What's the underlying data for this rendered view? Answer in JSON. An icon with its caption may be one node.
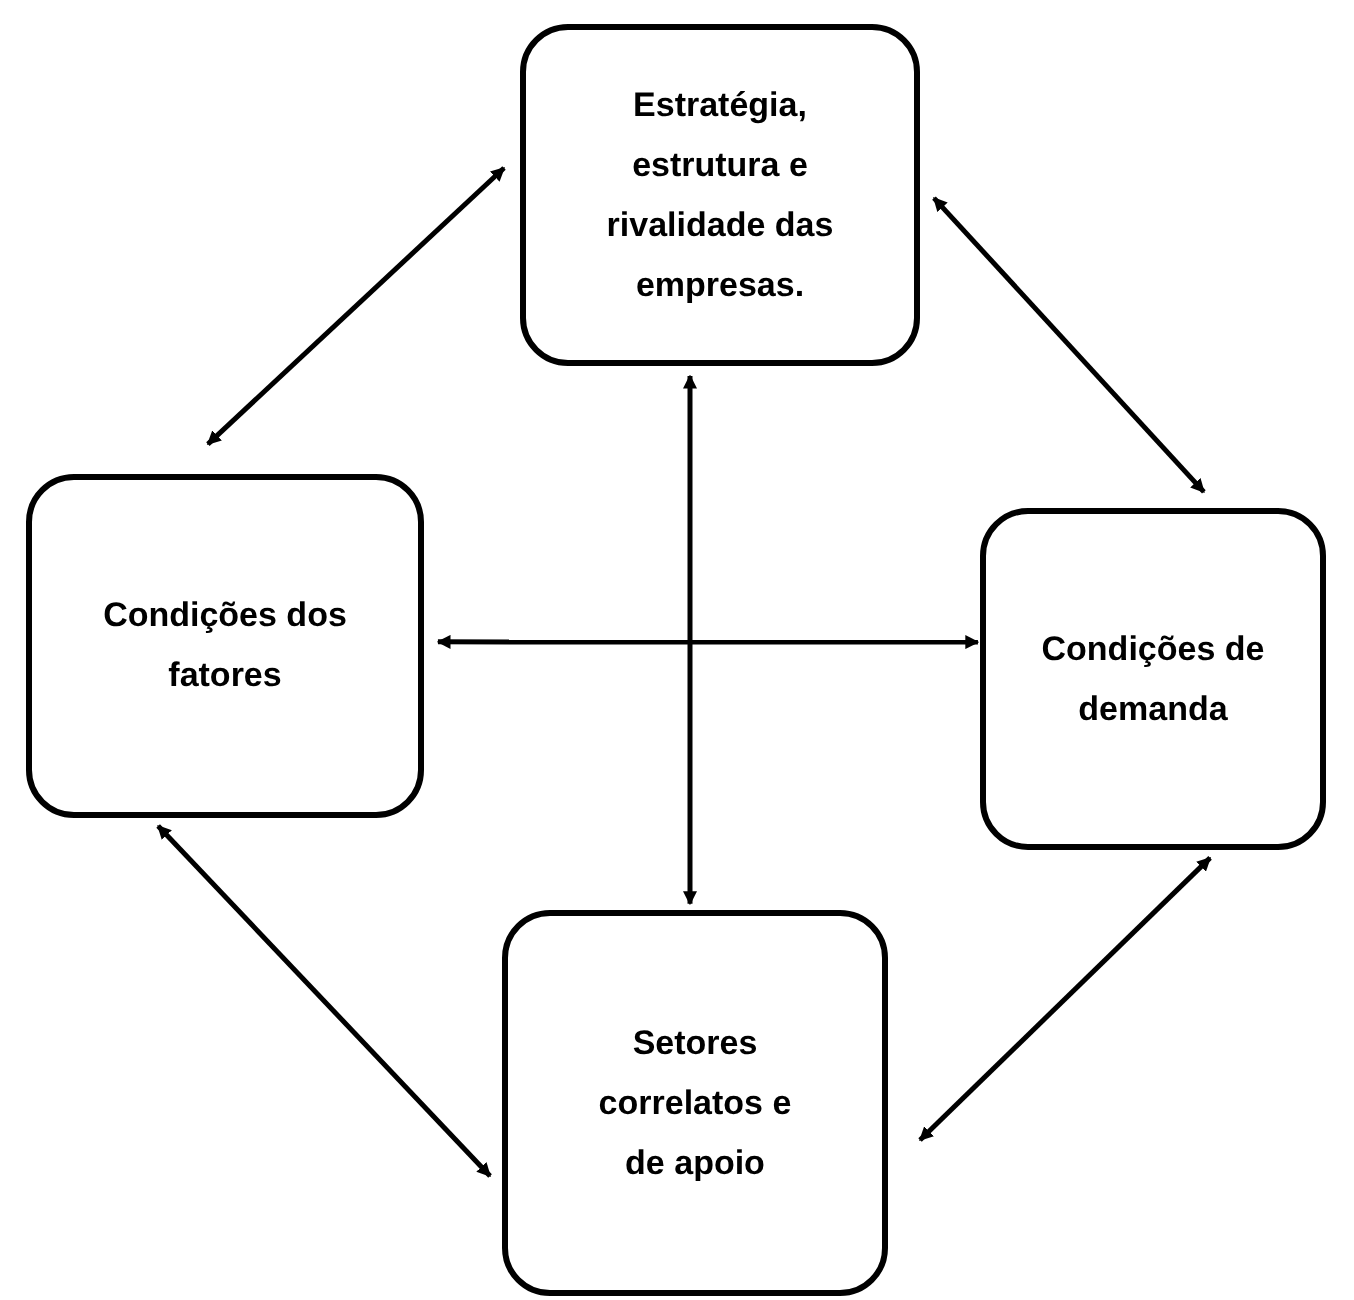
{
  "diagram": {
    "nodes": [
      {
        "text": [
          "Estratégia, estrutura e rivalidade das empresas."
        ]
      },
      {
        "text": [
          "Condições dos fatores"
        ]
      },
      {
        "text": [
          "Condições de demanda"
        ]
      },
      {
        "text": [
          "Setores correlatos e de apoio"
        ]
      }
    ],
    "edges": [
      {
        "from": 0,
        "to": 1,
        "arrow": "both"
      },
      {
        "from": 0,
        "to": 2,
        "arrow": "both"
      },
      {
        "from": 1,
        "to": 2,
        "arrow": "both"
      },
      {
        "from": 0,
        "to": 3,
        "arrow": "both"
      },
      {
        "from": 1,
        "to": 3,
        "arrow": "both"
      },
      {
        "from": 2,
        "to": 3,
        "arrow": "both"
      }
    ]
  }
}
